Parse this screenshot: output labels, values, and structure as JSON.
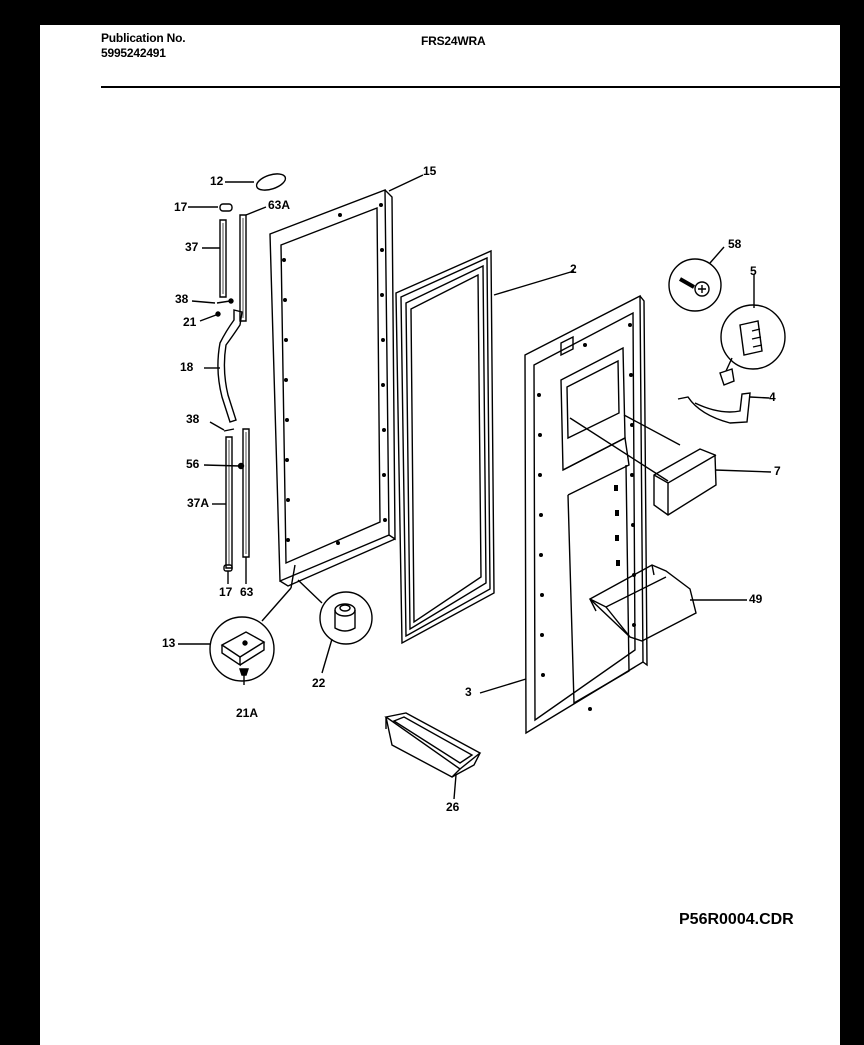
{
  "header": {
    "publication_label": "Publication No.",
    "publication_number": "5995242491",
    "model": "FRS24WRA"
  },
  "callouts": {
    "c12": "12",
    "c17a": "17",
    "c63a": "63A",
    "c37": "37",
    "c38a": "38",
    "c21": "21",
    "c18": "18",
    "c38b": "38",
    "c56": "56",
    "c37a": "37A",
    "c17b": "17",
    "c63": "63",
    "c13": "13",
    "c21a": "21A",
    "c22": "22",
    "c15": "15",
    "c2": "2",
    "c3": "3",
    "c26": "26",
    "c58": "58",
    "c5": "5",
    "c4": "4",
    "c7": "7",
    "c49": "49"
  },
  "drawing_code": "P56R0004.CDR",
  "colors": {
    "ink": "#000000",
    "paper": "#ffffff",
    "border": "#000000"
  }
}
